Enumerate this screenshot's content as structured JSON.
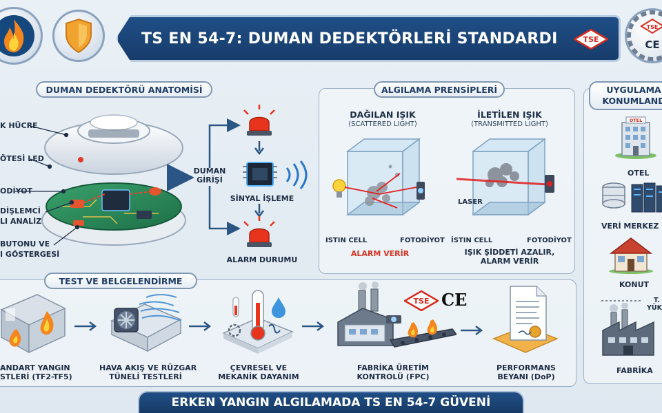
{
  "header": {
    "title": "TS EN 54-7: DUMAN DEDEKTÖRLERİ STANDARDI",
    "tse_mark": "TSE",
    "ce_mark": "CE"
  },
  "anatomy": {
    "section_title": "DUMAN DEDEKTÖRÜ ANATOMİSİ",
    "parts": [
      "K HÜCRE",
      "ÖTESİ LED",
      "ODİYOT",
      "DİŞLEMCİ",
      "LI ANALİZ",
      "BUTONU VE",
      "I GÖSTERGESİ"
    ],
    "flow": {
      "input_line1": "DUMAN",
      "input_line2": "GİRİŞİ",
      "processing": "SİNYAL İŞLEME",
      "alarm": "ALARM DURUMU"
    }
  },
  "principles": {
    "section_title": "ALGILAMA PRENSİPLERİ",
    "scattered": {
      "title": "DAĞILAN IŞIK",
      "subtitle": "(SCATTERED LIGHT)",
      "left_label": "ISTIN CELL",
      "right_label": "FOTODİYOT",
      "result": "ALARM VERİR"
    },
    "transmitted": {
      "title": "İLETİLEN IŞIK",
      "subtitle": "(TRANSMITTED LIGHT)",
      "laser_label": "LASER",
      "left_label": "İSTIN CELL",
      "right_label": "FOTODİYOT",
      "result_line1": "IŞIK ŞİDDETİ AZALIR,",
      "result_line2": "ALARM VERİR"
    }
  },
  "applications": {
    "section_title_line1": "UYGULAMA",
    "section_title_line2": "KONUMLAND",
    "hotel_sign": "OTEL",
    "items": [
      "OTEL",
      "VERİ MERKEZ",
      "KONUT",
      "FABRİKA"
    ],
    "height_label_line1": "T.",
    "height_label_line2": "YÜK"
  },
  "testing": {
    "section_title": "TEST VE BELGELENDİRME",
    "steps": [
      {
        "line1": "ANDART YANGIN",
        "line2": "STLERİ (TF2-TF5)"
      },
      {
        "line1": "HAVA AKIŞ VE RÜZGAR",
        "line2": "TÜNELİ TESTLERİ"
      },
      {
        "line1": "ÇEVRESEL VE",
        "line2": "MEKANİK DAYANIM"
      },
      {
        "line1": "FABRİKA ÜRETİM",
        "line2": "KONTROLÜ (FPC)"
      },
      {
        "line1": "PERFORMANS",
        "line2": "BEYANI (DoP)"
      }
    ],
    "tse_mark": "TSE",
    "ce_mark": "CE"
  },
  "footer": {
    "tagline": "ERKEN YANGIN ALGILAMADA TS EN 54-7 GÜVENİ"
  },
  "colors": {
    "navy": "#1f4e86",
    "alarm_red": "#e8341c",
    "flame_orange": "#f08a1c",
    "laser_red": "#e21f1f",
    "panel_border": "#9db0c6"
  }
}
